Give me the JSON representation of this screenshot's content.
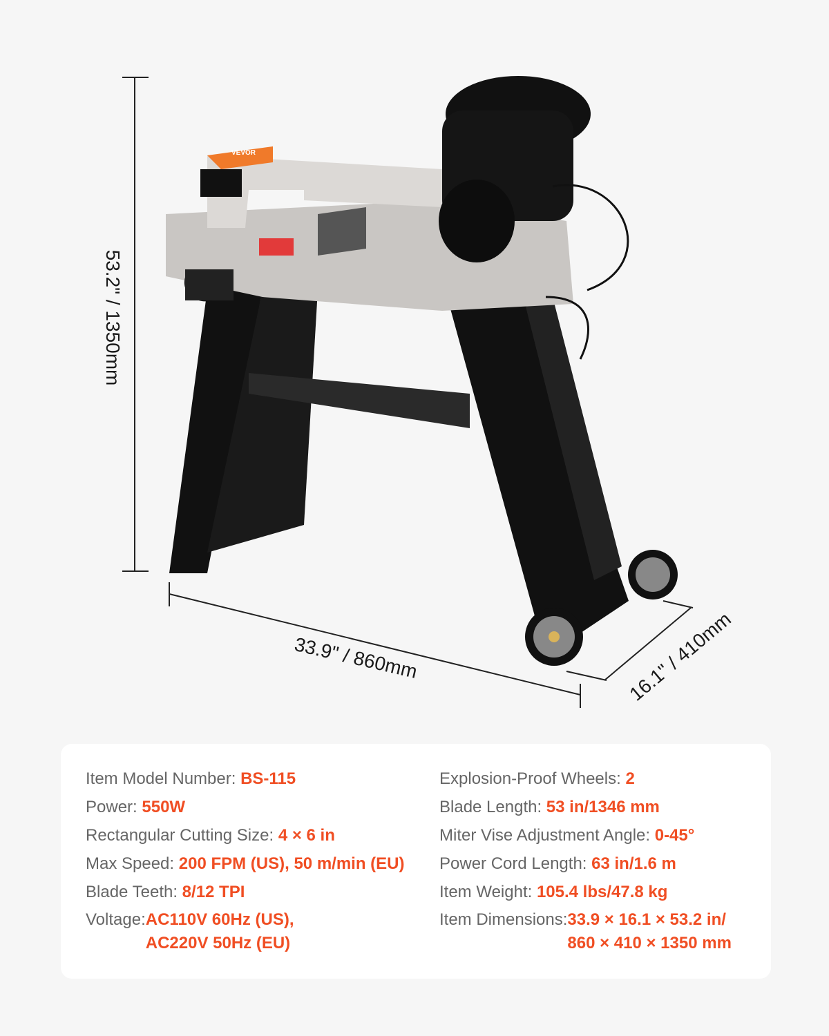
{
  "dimensions": {
    "height": "53.2\" / 1350mm",
    "width": "33.9\" / 860mm",
    "depth": "16.1\" / 410mm"
  },
  "product": {
    "brand_logo": "VEVOR"
  },
  "colors": {
    "accent": "#f04e23",
    "label": "#666666",
    "card": "#ffffff",
    "background": "#f6f6f6"
  },
  "specs": {
    "left": [
      {
        "label": "Item Model Number: ",
        "value": "BS-115"
      },
      {
        "label": "Power: ",
        "value": "550W"
      },
      {
        "label": "Rectangular Cutting Size: ",
        "value": "4 × 6 in"
      },
      {
        "label": "Max Speed: ",
        "value": "200 FPM (US), 50 m/min (EU)"
      },
      {
        "label": "Blade Teeth: ",
        "value": "8/12 TPI"
      },
      {
        "label": "Voltage: ",
        "value": "AC110V 60Hz (US),",
        "value2": "AC220V 50Hz (EU)"
      }
    ],
    "right": [
      {
        "label": "Explosion-Proof Wheels: ",
        "value": "2"
      },
      {
        "label": "Blade Length: ",
        "value": "53 in/1346 mm"
      },
      {
        "label": "Miter Vise Adjustment Angle: ",
        "value": "0-45°"
      },
      {
        "label": "Power Cord Length: ",
        "value": "63 in/1.6 m"
      },
      {
        "label": "Item Weight: ",
        "value": "105.4 lbs/47.8 kg"
      },
      {
        "label": "Item Dimensions: ",
        "value": "33.9 × 16.1 × 53.2 in/",
        "value2": "860 × 410 × 1350 mm"
      }
    ]
  }
}
